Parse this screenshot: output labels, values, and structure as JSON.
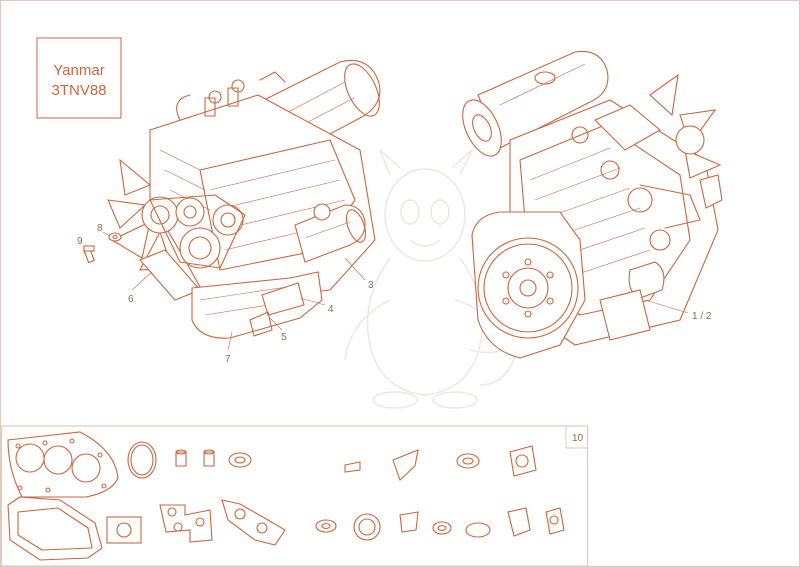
{
  "title_box": {
    "line1": "Yanmar",
    "line2": "3TNV88"
  },
  "callouts": {
    "c1_2": "1 / 2",
    "c3": "3",
    "c4": "4",
    "c5": "5",
    "c6": "6",
    "c7": "7",
    "c8": "8",
    "c9": "9",
    "c10": "10"
  },
  "colors": {
    "line": "#c9673f",
    "label": "#8a6a58",
    "border": "#e3c9bd"
  }
}
